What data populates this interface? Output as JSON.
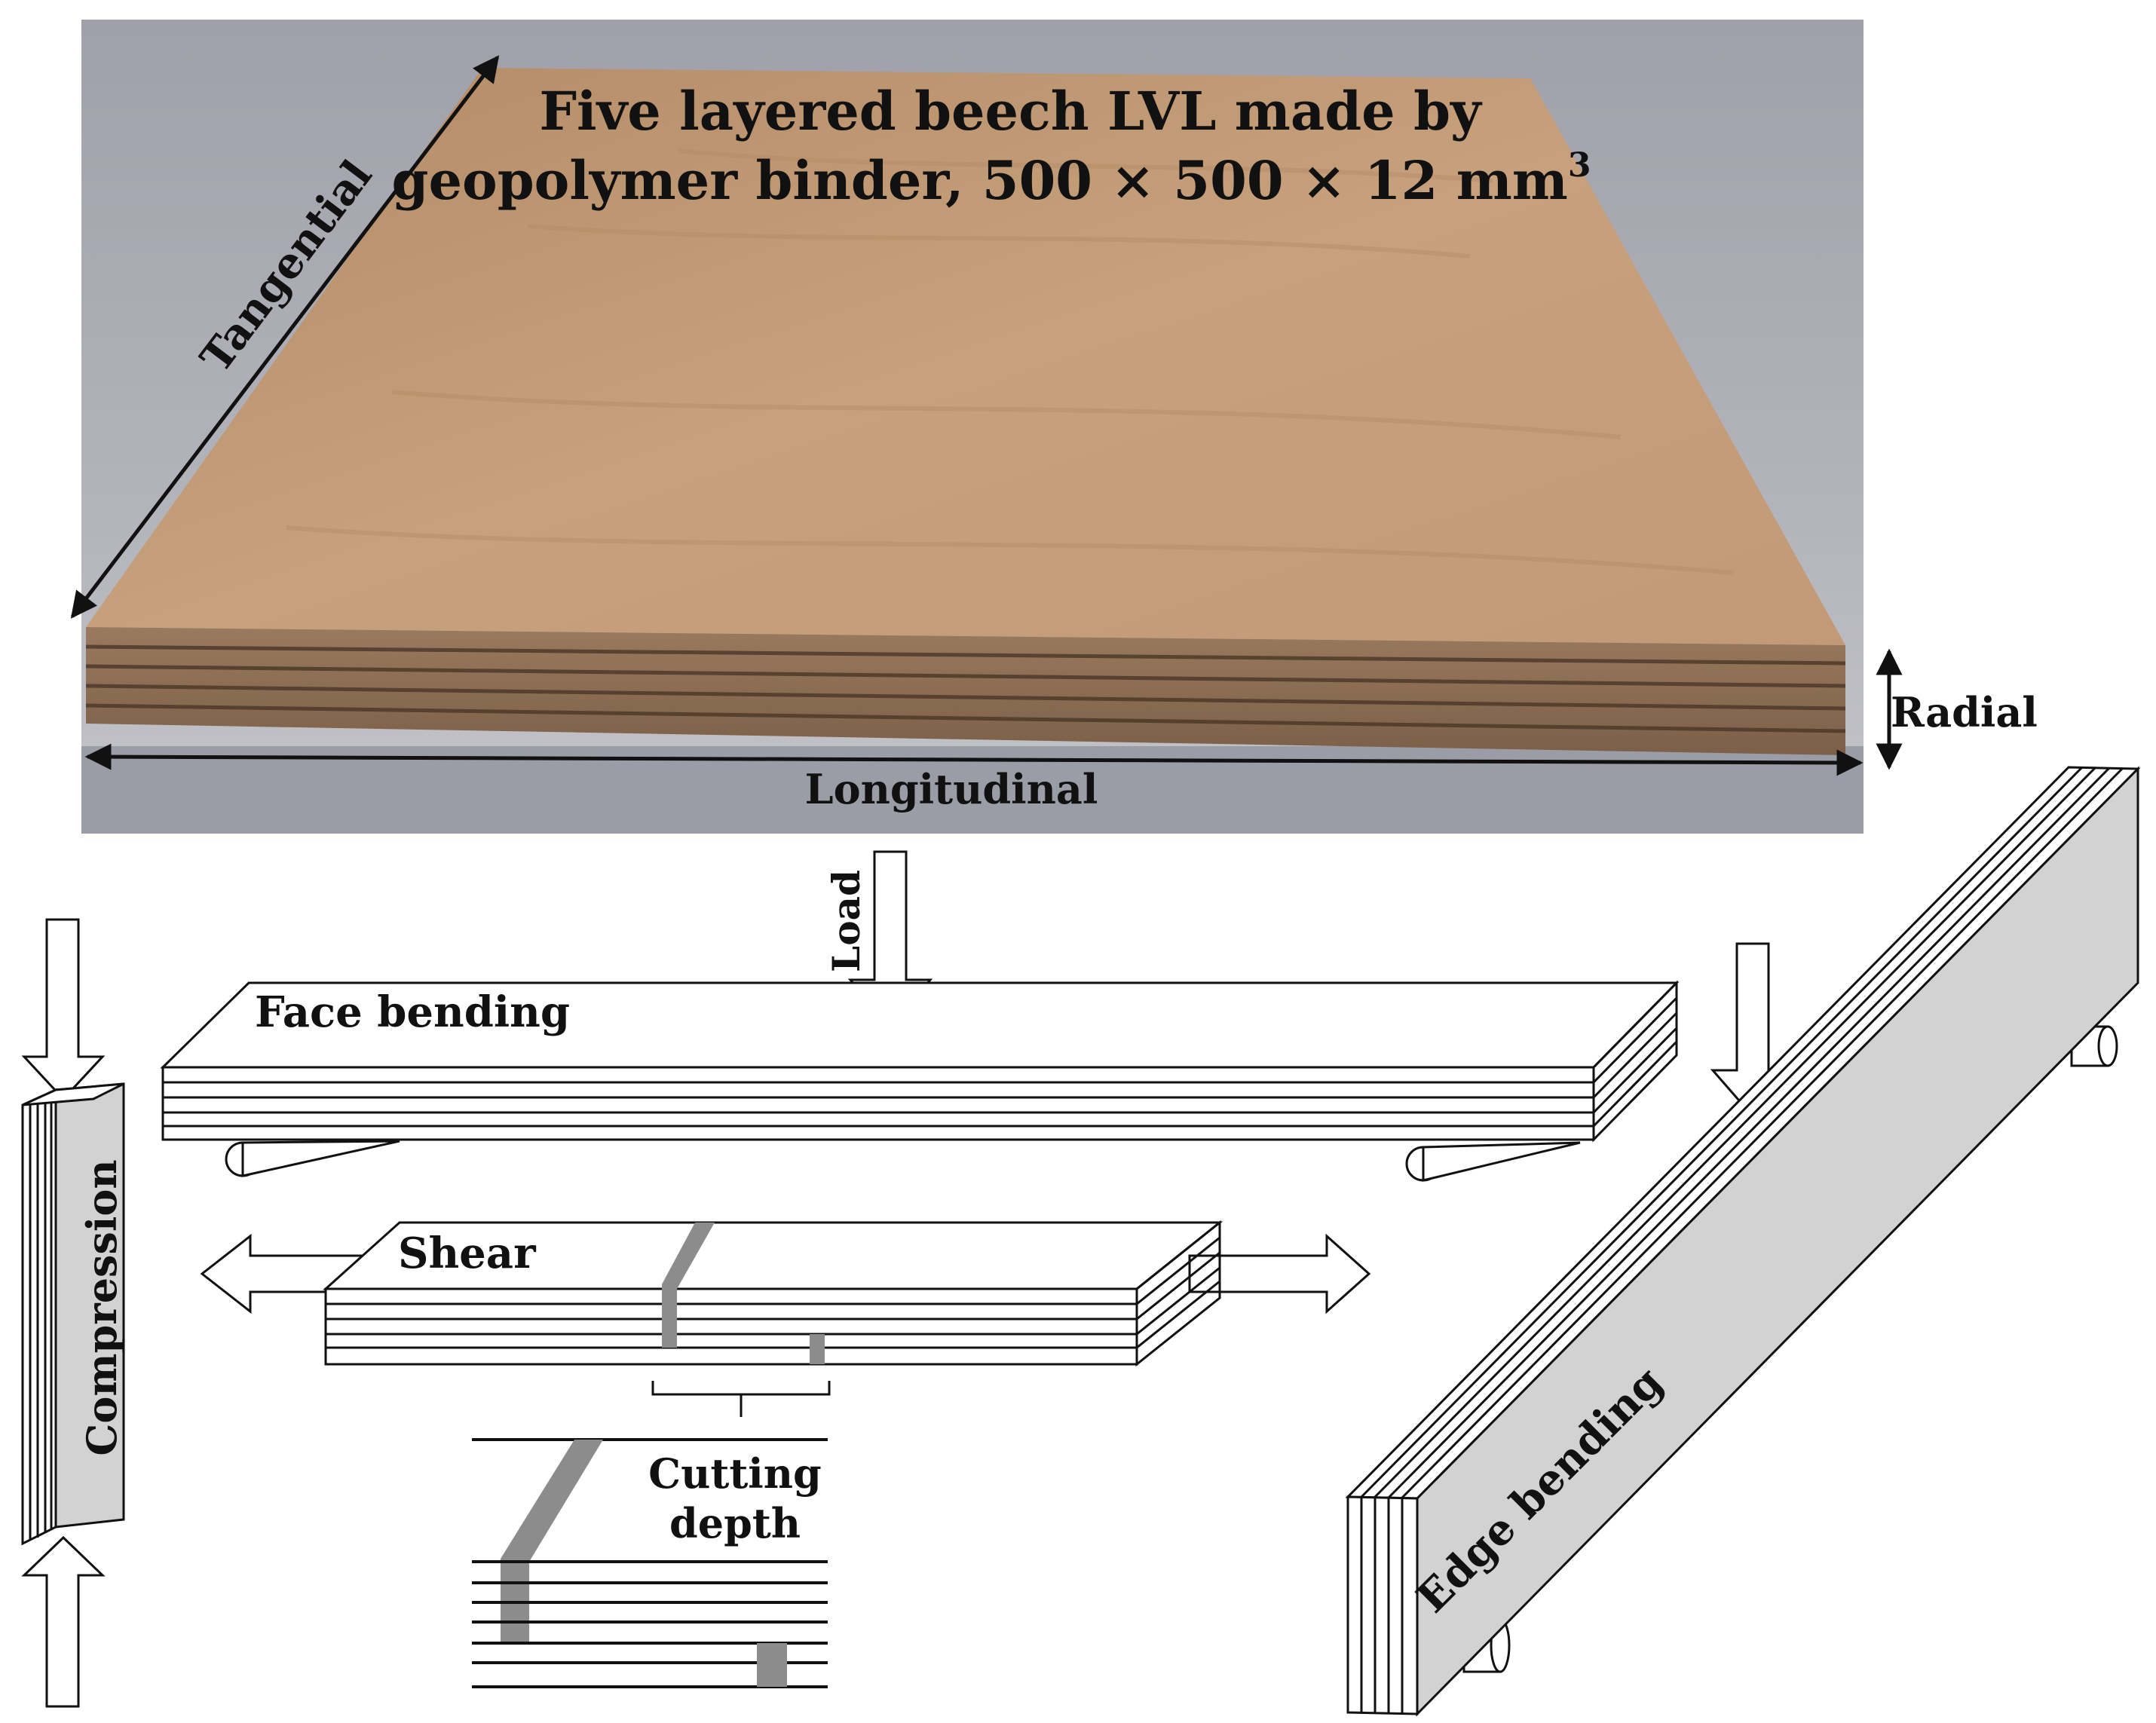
{
  "photo": {
    "caption_line1": "Five layered beech LVL made by",
    "caption_line2": "geopolymer binder, 500 × 500 × 12 mm",
    "caption_superscript": "3",
    "axis_tangential": "Tangential",
    "axis_longitudinal": "Longitudinal",
    "axis_radial": "Radial"
  },
  "tests": {
    "load": "Load",
    "face_bending": "Face bending",
    "shear": "Shear",
    "cutting_depth_line1": "Cutting",
    "cutting_depth_line2": "depth",
    "compression": "Compression",
    "edge_bending": "Edge bending"
  },
  "colors": {
    "wood_face": "#c19a76",
    "wood_edge": "#8a6c52",
    "background_wall": "#a8a9b1",
    "specimen_gray": "#d2d2d2",
    "cut_gray": "#8c8c8c"
  }
}
